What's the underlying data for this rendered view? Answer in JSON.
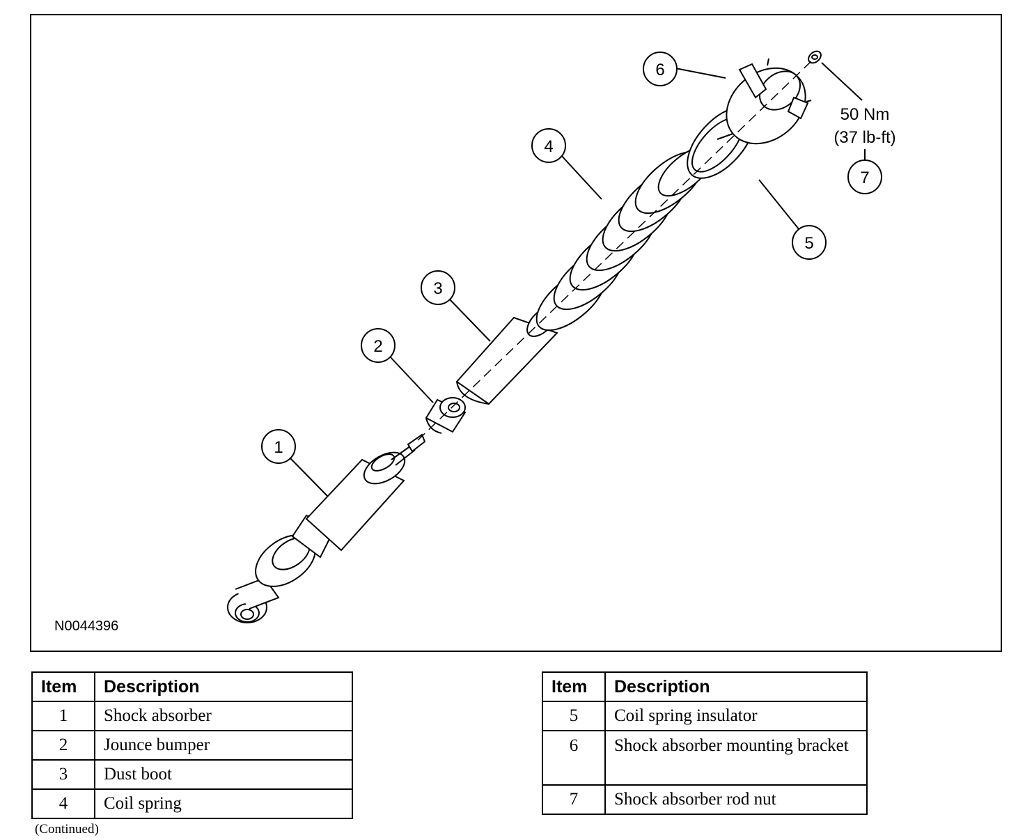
{
  "figure": {
    "code": "N0044396",
    "torque": {
      "nm": "50 Nm",
      "lbft": "(37 lb-ft)"
    },
    "callouts": [
      "1",
      "2",
      "3",
      "4",
      "5",
      "6",
      "7"
    ]
  },
  "legend_left": {
    "headers": {
      "item": "Item",
      "description": "Description"
    },
    "rows": [
      {
        "item": "1",
        "description": "Shock absorber"
      },
      {
        "item": "2",
        "description": "Jounce bumper"
      },
      {
        "item": "3",
        "description": "Dust boot"
      },
      {
        "item": "4",
        "description": "Coil spring"
      }
    ]
  },
  "legend_right": {
    "headers": {
      "item": "Item",
      "description": "Description"
    },
    "rows": [
      {
        "item": "5",
        "description": "Coil spring insulator"
      },
      {
        "item": "6",
        "description": "Shock absorber mounting bracket"
      },
      {
        "item": "7",
        "description": "Shock absorber rod nut"
      }
    ]
  },
  "continued_note": "(Continued)"
}
